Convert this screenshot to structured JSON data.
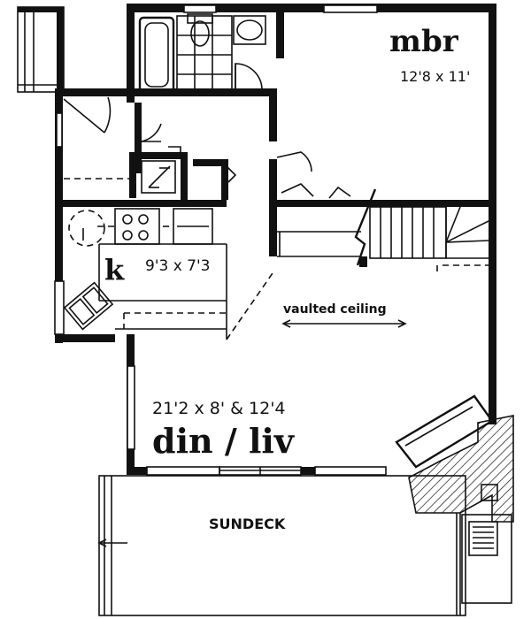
{
  "rooms": {
    "master_bedroom": {
      "name": "mbr",
      "size": "12'8 x 11'"
    },
    "kitchen": {
      "name": "k",
      "size": "9'3 x 7'3"
    },
    "dining_living": {
      "name": "din / liv",
      "size": "21'2 x 8' & 12'4"
    },
    "sundeck": {
      "name": "SUNDECK"
    }
  },
  "notes": {
    "ceiling": "vaulted ceiling"
  }
}
